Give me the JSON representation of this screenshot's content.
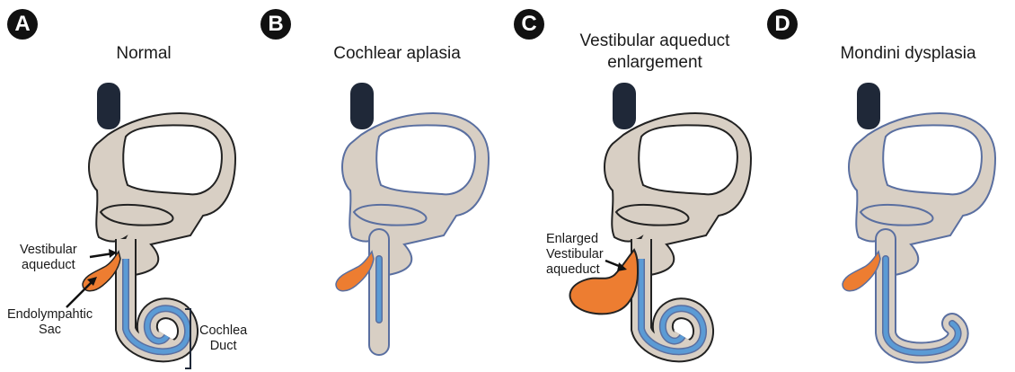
{
  "panels": [
    {
      "badge": "A",
      "title": "Normal",
      "labels": {
        "vestibular_aqueduct": "Vestibular\naqueduct",
        "endolymphatic_sac": "Endolympahtic\nSac",
        "cochlea_duct": "Cochlea\nDuct"
      }
    },
    {
      "badge": "B",
      "title": "Cochlear aplasia"
    },
    {
      "badge": "C",
      "title": "Vestibular aqueduct\nenlargement",
      "labels": {
        "enlarged_vestibular_aqueduct": "Enlarged\nVestibular\naqueduct"
      }
    },
    {
      "badge": "D",
      "title": "Mondini dysplasia"
    }
  ],
  "colors": {
    "bone": "#d8cfc4",
    "outline_dark": "#222222",
    "outline_blue": "#5a6fa0",
    "duct_blue": "#5b9bd5",
    "sac_orange": "#ed7d31",
    "ampulla_dark": "#1f2838"
  }
}
